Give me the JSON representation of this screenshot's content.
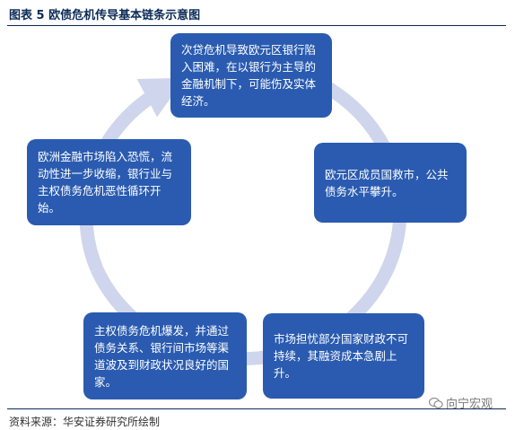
{
  "figure": {
    "title": "图表 5  欧债危机传导基本链条示意图",
    "source": "资料来源：华安证券研究所绘制",
    "watermark": "向宁宏观",
    "colors": {
      "box": "#2a5bb0",
      "ring": "#cfd5ec",
      "title": "#0b2a57"
    }
  },
  "nodes": [
    {
      "text": "次贷危机导致欧元区银行陷入困难，在以银行为主导的金融机制下，可能伤及实体经济。"
    },
    {
      "text": "欧元区成员国救市，公共债务水平攀升。"
    },
    {
      "text": "市场担忧部分国家财政不可持续，其融资成本急剧上升。"
    },
    {
      "text": "主权债务危机爆发，并通过债务关系、银行间市场等渠道波及到财政状况良好的国家。"
    },
    {
      "text": "欧洲金融市场陷入恐慌，流动性进一步收缩，银行业与主权债务危机恶性循环开始。"
    }
  ]
}
